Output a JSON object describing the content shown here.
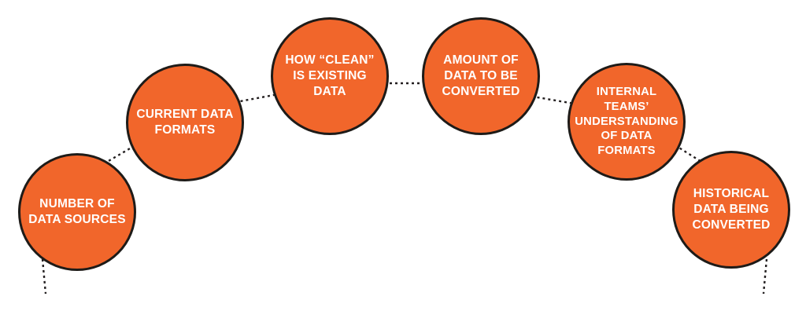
{
  "colors": {
    "background": "#FFFFFF",
    "circle_fill": "#F1662B",
    "circle_outline": "#1E1B18",
    "label_text": "#FFFFFF",
    "connector": "#231F20"
  },
  "diagram": {
    "items": [
      {
        "id": "number-of-data-sources",
        "label": "NUMBER OF\nDATA SOURCES"
      },
      {
        "id": "current-data-formats",
        "label": "CURRENT DATA\nFORMATS"
      },
      {
        "id": "how-clean-is-existing-data",
        "label": "HOW “CLEAN”\nIS EXISTING\nDATA"
      },
      {
        "id": "amount-of-data-to-be-converted",
        "label": "AMOUNT OF\nDATA TO BE\nCONVERTED"
      },
      {
        "id": "internal-teams-understanding-of-data-formats",
        "label": "INTERNAL\nTEAMS’\nUNDERSTANDING\nOF DATA\nFORMATS"
      },
      {
        "id": "historical-data-being-converted",
        "label": "HISTORICAL\nDATA BEING\nCONVERTED"
      }
    ]
  }
}
